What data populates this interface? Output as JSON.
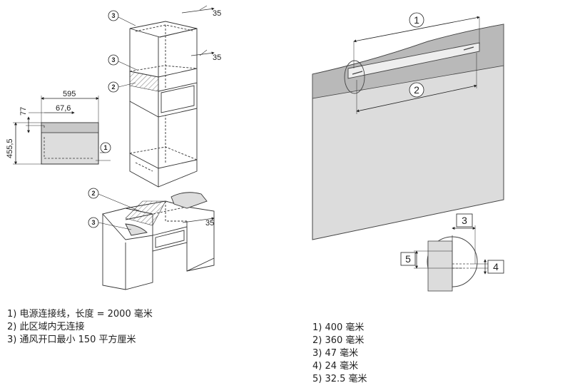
{
  "left_figure": {
    "dim_width": "595",
    "dim_offset": "67,6",
    "dim_top": "77",
    "dim_height": "455,5",
    "dim_gap_top": "35",
    "dim_gap_mid": "35",
    "dim_gap_bottom": "35",
    "callouts": {
      "c1": "1",
      "c2": "2",
      "c3": "3"
    }
  },
  "right_figure": {
    "callouts": {
      "c1": "1",
      "c2": "2",
      "c3": "3",
      "c4": "4",
      "c5": "5"
    }
  },
  "legend_left": [
    "1) 电源连接线，长度 = 2000 毫米",
    "2) 此区域内无连接",
    "3) 通风开口最小 150 平方厘米"
  ],
  "legend_right": [
    "1) 400 毫米",
    "2) 360 毫米",
    "3) 47 毫米",
    "4) 24 毫米",
    "5) 32.5 毫米"
  ]
}
